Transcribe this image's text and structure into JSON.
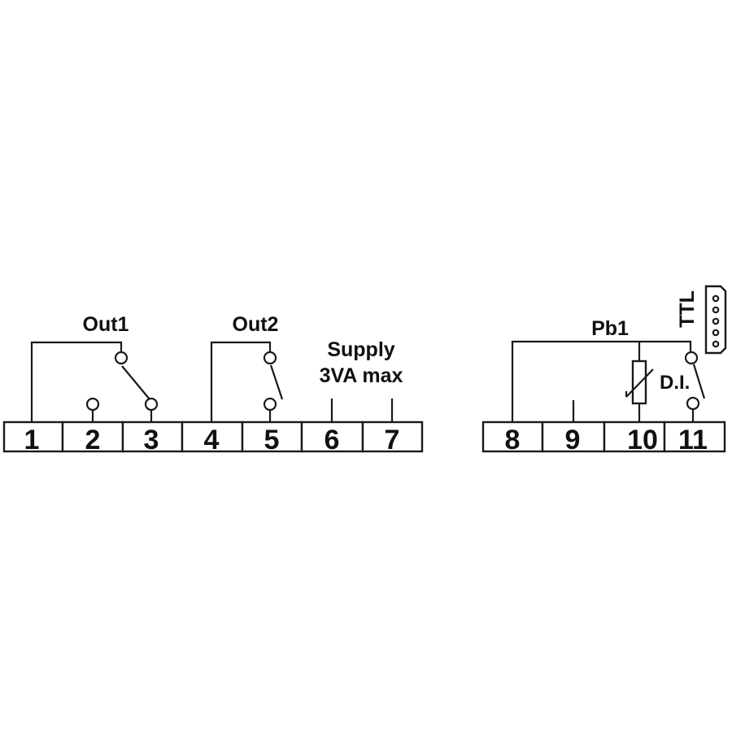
{
  "labels": {
    "out1": "Out1",
    "out2": "Out2",
    "supply_line1": "Supply",
    "supply_line2": "3VA max",
    "pb1": "Pb1",
    "di": "D.I.",
    "ttl": "TTL"
  },
  "terminals": [
    "1",
    "2",
    "3",
    "4",
    "5",
    "6",
    "7",
    "8",
    "9",
    "10",
    "11"
  ],
  "icons": {
    "relay_contact": "contact-circle-icon",
    "thermistor_probe": "thermistor-icon",
    "ttl_connector": "ttl-connector-icon"
  }
}
